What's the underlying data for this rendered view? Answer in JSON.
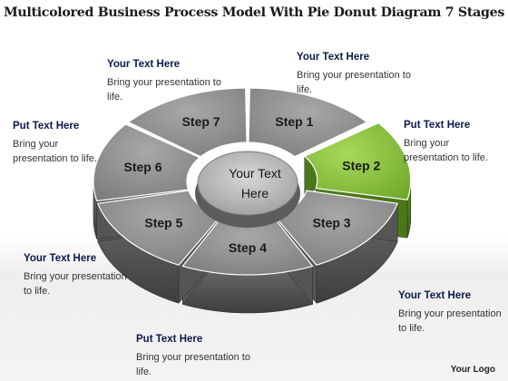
{
  "title": "Multicolored Business Process Model With Pie Donut Diagram 7 Stages",
  "center": {
    "line1": "Your Text",
    "line2": "Here"
  },
  "steps": [
    {
      "label": "Step 1",
      "color": "#8e8e8e"
    },
    {
      "label": "Step 2",
      "color": "#8cc63f"
    },
    {
      "label": "Step 3",
      "color": "#8e8e8e"
    },
    {
      "label": "Step 4",
      "color": "#8e8e8e"
    },
    {
      "label": "Step 5",
      "color": "#8e8e8e"
    },
    {
      "label": "Step 6",
      "color": "#8e8e8e"
    },
    {
      "label": "Step 7",
      "color": "#8e8e8e"
    }
  ],
  "callouts": {
    "top_right": {
      "head": "Your Text Here",
      "body": "Bring your presentation to life."
    },
    "right_upper": {
      "head": "Put Text Here",
      "body": "Bring your presentation to life."
    },
    "right_lower": {
      "head": "Your Text Here",
      "body": "Bring your presentation to life."
    },
    "bottom": {
      "head": "Put Text Here",
      "body": "Bring your presentation to life."
    },
    "left_lower": {
      "head": "Your Text Here",
      "body": "Bring your presentation to life."
    },
    "left_upper": {
      "head": "Put Text Here",
      "body": "Bring your presentation to life."
    },
    "top_left": {
      "head": "Your Text Here",
      "body": "Bring your presentation to life."
    }
  },
  "logo": "Your Logo"
}
